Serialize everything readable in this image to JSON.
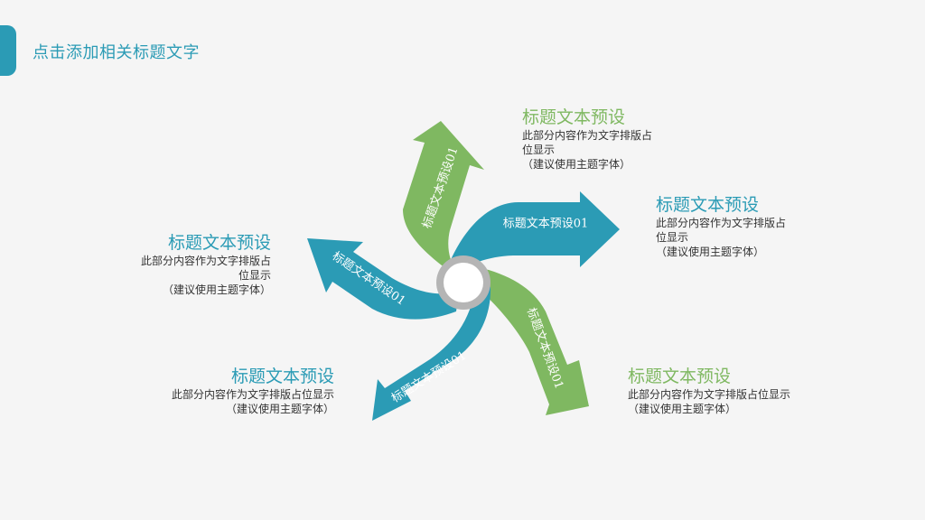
{
  "header": {
    "title": "点击添加相关标题文字"
  },
  "colors": {
    "blue": "#2b9bb5",
    "green": "#7fb861",
    "ring": "#b5b5b5"
  },
  "arrows": [
    {
      "label": "标题文本预设01",
      "color": "green"
    },
    {
      "label": "标题文本预设01",
      "color": "blue"
    },
    {
      "label": "标题文本预设01",
      "color": "green"
    },
    {
      "label": "标题文本预设01",
      "color": "blue"
    },
    {
      "label": "标题文本预设01",
      "color": "blue"
    }
  ],
  "blocks": {
    "top": {
      "heading": "标题文本预设",
      "desc_1": "此部分内容作为文字排版占",
      "desc_2": "位显示",
      "note": "（建议使用主题字体）"
    },
    "right": {
      "heading": "标题文本预设",
      "desc_1": "此部分内容作为文字排版占",
      "desc_2": "位显示",
      "note": "（建议使用主题字体）"
    },
    "left": {
      "heading": "标题文本预设",
      "desc_1": "此部分内容作为文字排版占",
      "desc_2": "位显示",
      "note": "（建议使用主题字体）"
    },
    "bottom_left": {
      "heading": "标题文本预设",
      "desc_1": "此部分内容作为文字排版占位显示",
      "note": "（建议使用主题字体）"
    },
    "bottom_right": {
      "heading": "标题文本预设",
      "desc_1": "此部分内容作为文字排版占位显示",
      "note": "（建议使用主题字体）"
    }
  }
}
